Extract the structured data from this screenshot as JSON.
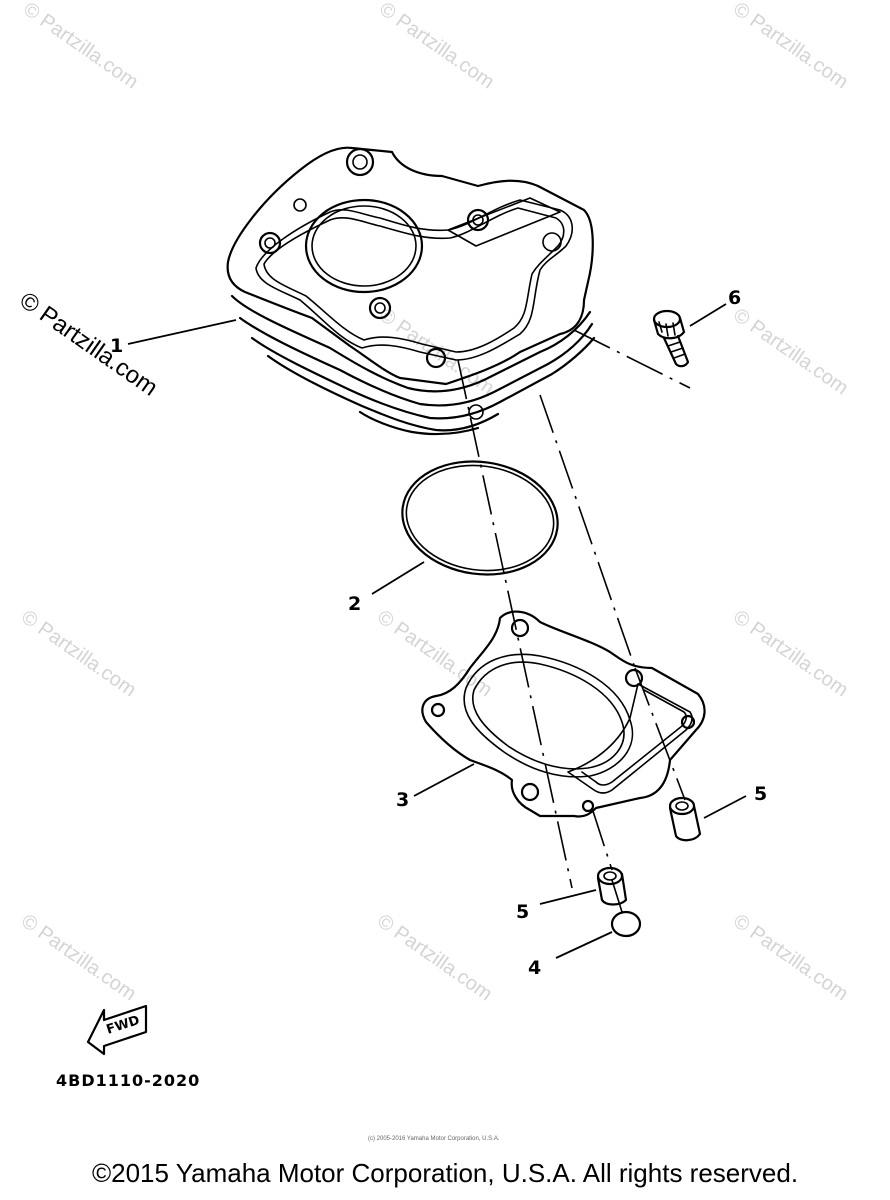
{
  "watermark_text": "© Partzilla.com",
  "diagram_code": "4BD1110-2020",
  "fwd_label": "FWD",
  "small_copyright": "(c) 2005-2016 Yamaha Motor Corporation, U.S.A.",
  "copyright": "©2015 Yamaha Motor Corporation, U.S.A. All rights reserved.",
  "callouts": {
    "c1": "1",
    "c2": "2",
    "c3": "3",
    "c4": "4",
    "c5a": "5",
    "c5b": "5",
    "c6": "6"
  },
  "parts": [
    {
      "ref": "1",
      "name": "cylinder-block"
    },
    {
      "ref": "2",
      "name": "o-ring"
    },
    {
      "ref": "3",
      "name": "cylinder-gasket"
    },
    {
      "ref": "4",
      "name": "plug"
    },
    {
      "ref": "5",
      "name": "dowel-pin"
    },
    {
      "ref": "6",
      "name": "bolt"
    }
  ]
}
